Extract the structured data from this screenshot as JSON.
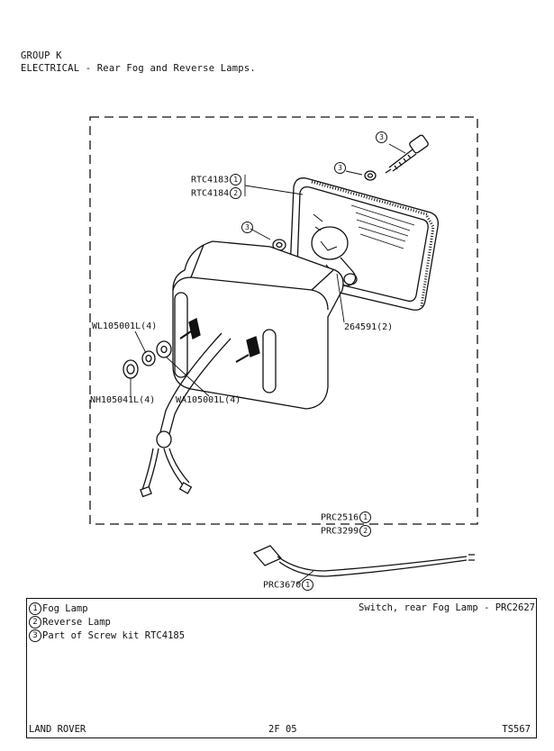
{
  "header": {
    "group": "GROUP K",
    "title": "ELECTRICAL - Rear Fog and Reverse Lamps."
  },
  "callouts": {
    "screw_ref": "3",
    "washer_ref": "3",
    "nut_ref": "3",
    "rtc4183": {
      "part": "RTC4183",
      "ref": "1"
    },
    "rtc4184": {
      "part": "RTC4184",
      "ref": "2"
    },
    "bulb": "264591(2)",
    "spring_washer": "WL105001L(4)",
    "nut": "NH105041L(4)",
    "plain_washer": "WA105001L(4)",
    "prc2516": {
      "part": "PRC2516",
      "ref": "1"
    },
    "prc3299": {
      "part": "PRC3299",
      "ref": "2"
    },
    "prc3670": {
      "part": "PRC3670",
      "ref": "1"
    }
  },
  "legend": {
    "items": [
      {
        "ref": "1",
        "text": "Fog Lamp"
      },
      {
        "ref": "2",
        "text": "Reverse Lamp"
      },
      {
        "ref": "3",
        "text": "Part of Screw kit RTC4185"
      }
    ],
    "switch_note": "Switch, rear Fog Lamp - PRC2627",
    "footer_left": "LAND ROVER",
    "footer_center": "2F 05",
    "footer_right": "TS567"
  }
}
